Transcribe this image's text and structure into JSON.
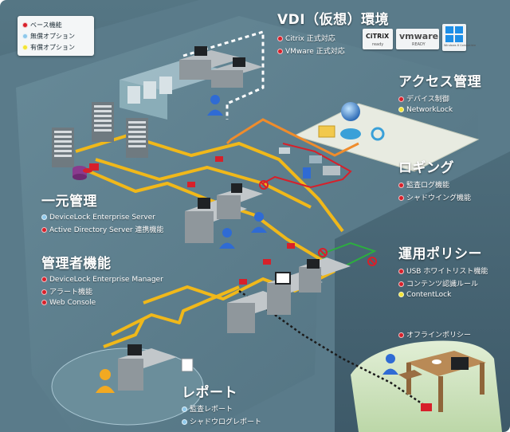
{
  "legend": [
    {
      "label": "ベース機能",
      "color": "red"
    },
    {
      "label": "無償オプション",
      "color": "blue"
    },
    {
      "label": "有償オプション",
      "color": "yellow"
    }
  ],
  "sections": {
    "vdi": {
      "title": "VDI（仮想）環境",
      "features": [
        {
          "label": "Citrix 正式対応",
          "color": "red"
        },
        {
          "label": "VMware 正式対応",
          "color": "red"
        }
      ]
    },
    "access": {
      "title": "アクセス管理",
      "features": [
        {
          "label": "デバイス制御",
          "color": "red"
        },
        {
          "label": "NetworkLock",
          "color": "yellow"
        }
      ]
    },
    "logging": {
      "title": "ロギング",
      "features": [
        {
          "label": "監査ログ機能",
          "color": "red"
        },
        {
          "label": "シャドウイング機能",
          "color": "red"
        }
      ]
    },
    "unified": {
      "title": "一元管理",
      "features": [
        {
          "label": "DeviceLock Enterprise Server",
          "color": "blue"
        },
        {
          "label": "Active Directory Server 連携機能",
          "color": "red"
        }
      ]
    },
    "admin": {
      "title": "管理者機能",
      "features": [
        {
          "label": "DeviceLock Enterprise Manager",
          "color": "red"
        },
        {
          "label": "アラート機能",
          "color": "red"
        },
        {
          "label": "Web Console",
          "color": "red"
        }
      ]
    },
    "policy": {
      "title": "運用ポリシー",
      "features": [
        {
          "label": "USB ホワイトリスト機能",
          "color": "red"
        },
        {
          "label": "コンテンツ認識ルール",
          "color": "red"
        },
        {
          "label": "ContentLock",
          "color": "yellow"
        }
      ]
    },
    "offline": {
      "title": "",
      "features": [
        {
          "label": "オフラインポリシー",
          "color": "red"
        }
      ]
    },
    "report": {
      "title": "レポート",
      "features": [
        {
          "label": "監査レポート",
          "color": "blue"
        },
        {
          "label": "シャドウログレポート",
          "color": "blue"
        }
      ]
    }
  },
  "logos": {
    "citrix": {
      "name": "CiTRiX",
      "sub": "ready"
    },
    "vmware": {
      "name": "vmware",
      "sub": "READY"
    },
    "windows": {
      "name": "",
      "sub": "Windows 8 Compatible"
    }
  },
  "colors": {
    "background": "#4a6776",
    "platform_top": "#5d8090",
    "network_line": "#f0b81a",
    "access_line": "#ef8c2c",
    "logging_line": "#d7202a",
    "policy_line": "#2cae3f",
    "offline_area": "#cfe3c0"
  }
}
